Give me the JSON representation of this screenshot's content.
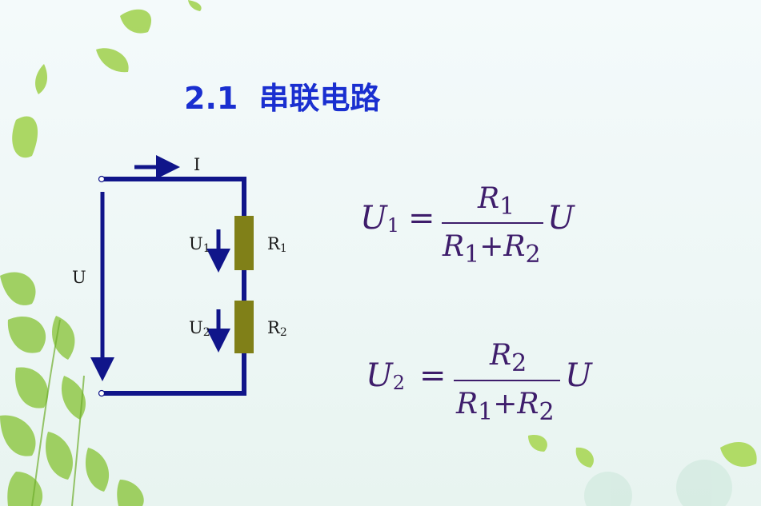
{
  "title": {
    "number": "2.1",
    "text": "串联电路"
  },
  "circuit": {
    "current_label": "I",
    "voltage_label": "U",
    "resistors": [
      {
        "name": "R",
        "sub": "1",
        "voltage_name": "U",
        "voltage_sub": "1"
      },
      {
        "name": "R",
        "sub": "2",
        "voltage_name": "U",
        "voltage_sub": "2"
      }
    ],
    "wire_color": "#10158a",
    "resistor_color": "#808018"
  },
  "formulas": [
    {
      "lhs": "U",
      "lhs_sub": "1",
      "eq": "=",
      "num": "R",
      "num_sub": "1",
      "den_a": "R",
      "den_a_sub": "1",
      "den_op": "+",
      "den_b": "R",
      "den_b_sub": "2",
      "rhs": "U"
    },
    {
      "lhs": "U",
      "lhs_sub": "2",
      "eq": "=",
      "num": "R",
      "num_sub": "2",
      "den_a": "R",
      "den_a_sub": "1",
      "den_op": "+",
      "den_b": "R",
      "den_b_sub": "2",
      "rhs": "U"
    }
  ],
  "colors": {
    "title": "#1a2fd0",
    "formula": "#3e1d6b",
    "leaf": "#7cbf3a"
  }
}
